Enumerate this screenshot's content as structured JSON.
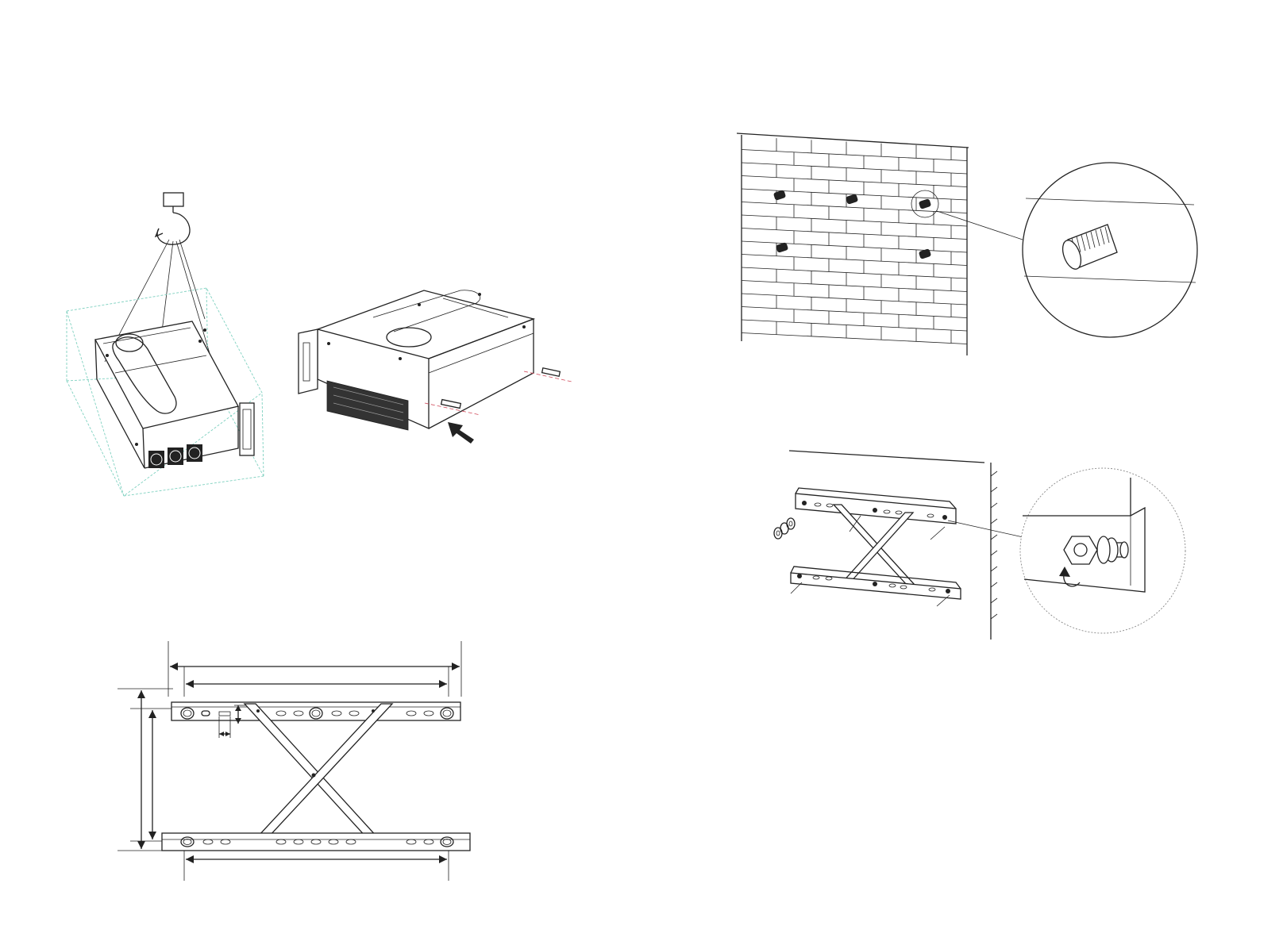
{
  "manual_page": {
    "figures": [
      {
        "id": "lifting-inverter",
        "kind": "illustration"
      },
      {
        "id": "inverter-mounting-pins",
        "kind": "illustration"
      },
      {
        "id": "mounting-bracket-dimensions",
        "kind": "drawing"
      },
      {
        "id": "wall-expansion-bolts",
        "kind": "illustration"
      },
      {
        "id": "bracket-fixing-on-wall",
        "kind": "illustration"
      }
    ],
    "colors": {
      "line": "#222222",
      "lifting_box_outline": "#7fd1c0",
      "pin_guide_line": "#d04a5a",
      "detail_circle_dotted": "#888888"
    },
    "icons": [
      "crane-hook-icon",
      "push-direction-arrow-icon",
      "rotate-clockwise-arrow-icon"
    ]
  }
}
